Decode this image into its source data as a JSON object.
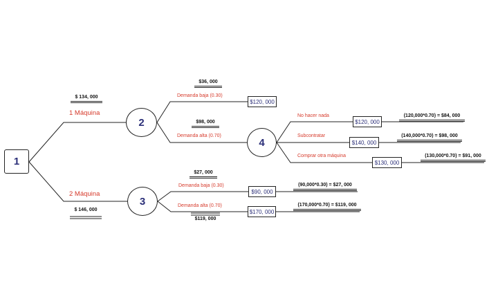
{
  "nodes": {
    "n1": "1",
    "n2": "2",
    "n3": "3",
    "n4": "4"
  },
  "branches": {
    "una_maquina": "1 Máquina",
    "dos_maquinas": "2 Máquina",
    "demanda_baja_030": "Demanda baja (0.30)",
    "demanda_alta_070": "Demanda alta (0.70)",
    "no_hacer_nada": "No hacer nada",
    "subcontratar": "Subcontratar",
    "comprar_otra": "Comprar otra máquina"
  },
  "boxes": {
    "b_120_top": "$120, 000",
    "b_120_mid": "$120, 000",
    "b_140": "$140, 000",
    "b_130": "$130, 000",
    "b_90": "$90, 000",
    "b_170": "$170, 000"
  },
  "values": {
    "v_134": "$ 134, 000",
    "v_146": "$ 146, 000",
    "v_36": "$36, 000",
    "v_98": "$98, 000",
    "v_27": "$27, 000",
    "v_119": "$119, 000",
    "calc_84": "(120,000*0.70) = $84, 000",
    "calc_98": "(140,000*0.70) = $98, 000",
    "calc_91": "(130,000*0.70) = $91, 000",
    "calc_27": "(90,000*0.30) = $27, 000",
    "calc_119": "(170,000*0.70) = $119, 000"
  },
  "colors": {
    "branch_label": "#d63a2b",
    "node_text": "#2b2f78",
    "line": "#222222"
  }
}
